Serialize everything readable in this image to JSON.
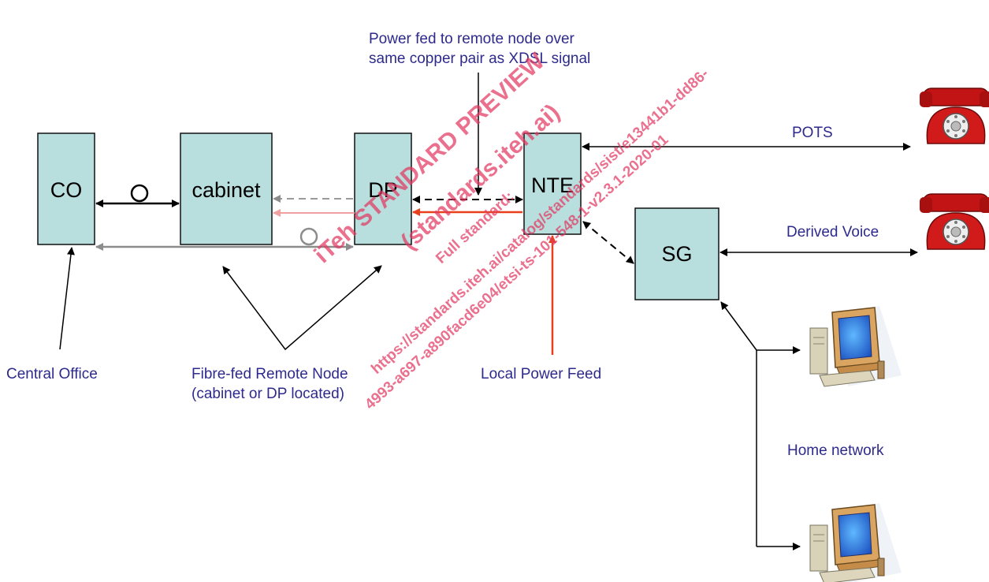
{
  "nodes": {
    "co": "CO",
    "cabinet": "cabinet",
    "dp": "DP",
    "nte": "NTE",
    "sg": "SG"
  },
  "labels": {
    "power_fed_line1": "Power fed to remote node over",
    "power_fed_line2": "same copper pair as XDSL signal",
    "pots": "POTS",
    "derived_voice": "Derived Voice",
    "central_office": "Central Office",
    "remote_node_line1": "Fibre-fed Remote Node",
    "remote_node_line2": "(cabinet or DP located)",
    "local_power_feed": "Local Power Feed",
    "home_network": "Home network"
  },
  "watermark": {
    "line1": "iTeh STANDARD PREVIEW",
    "line2": "(standards.iteh.ai)",
    "line3": "Full standard:",
    "line4": "https://standards.iteh.ai/catalog/standards/sist/e13441b1-dd86-",
    "line5": "4993-a697-a890facd6e04/etsi-ts-101-548-1-v2.3.1-2020-01"
  },
  "colors": {
    "box_fill": "#b8dedd",
    "label_text": "#2d2a8c",
    "power_red": "#e8401c",
    "pink": "#f0a0a0",
    "gray": "#8c8c8c",
    "watermark": "#e23a63"
  }
}
